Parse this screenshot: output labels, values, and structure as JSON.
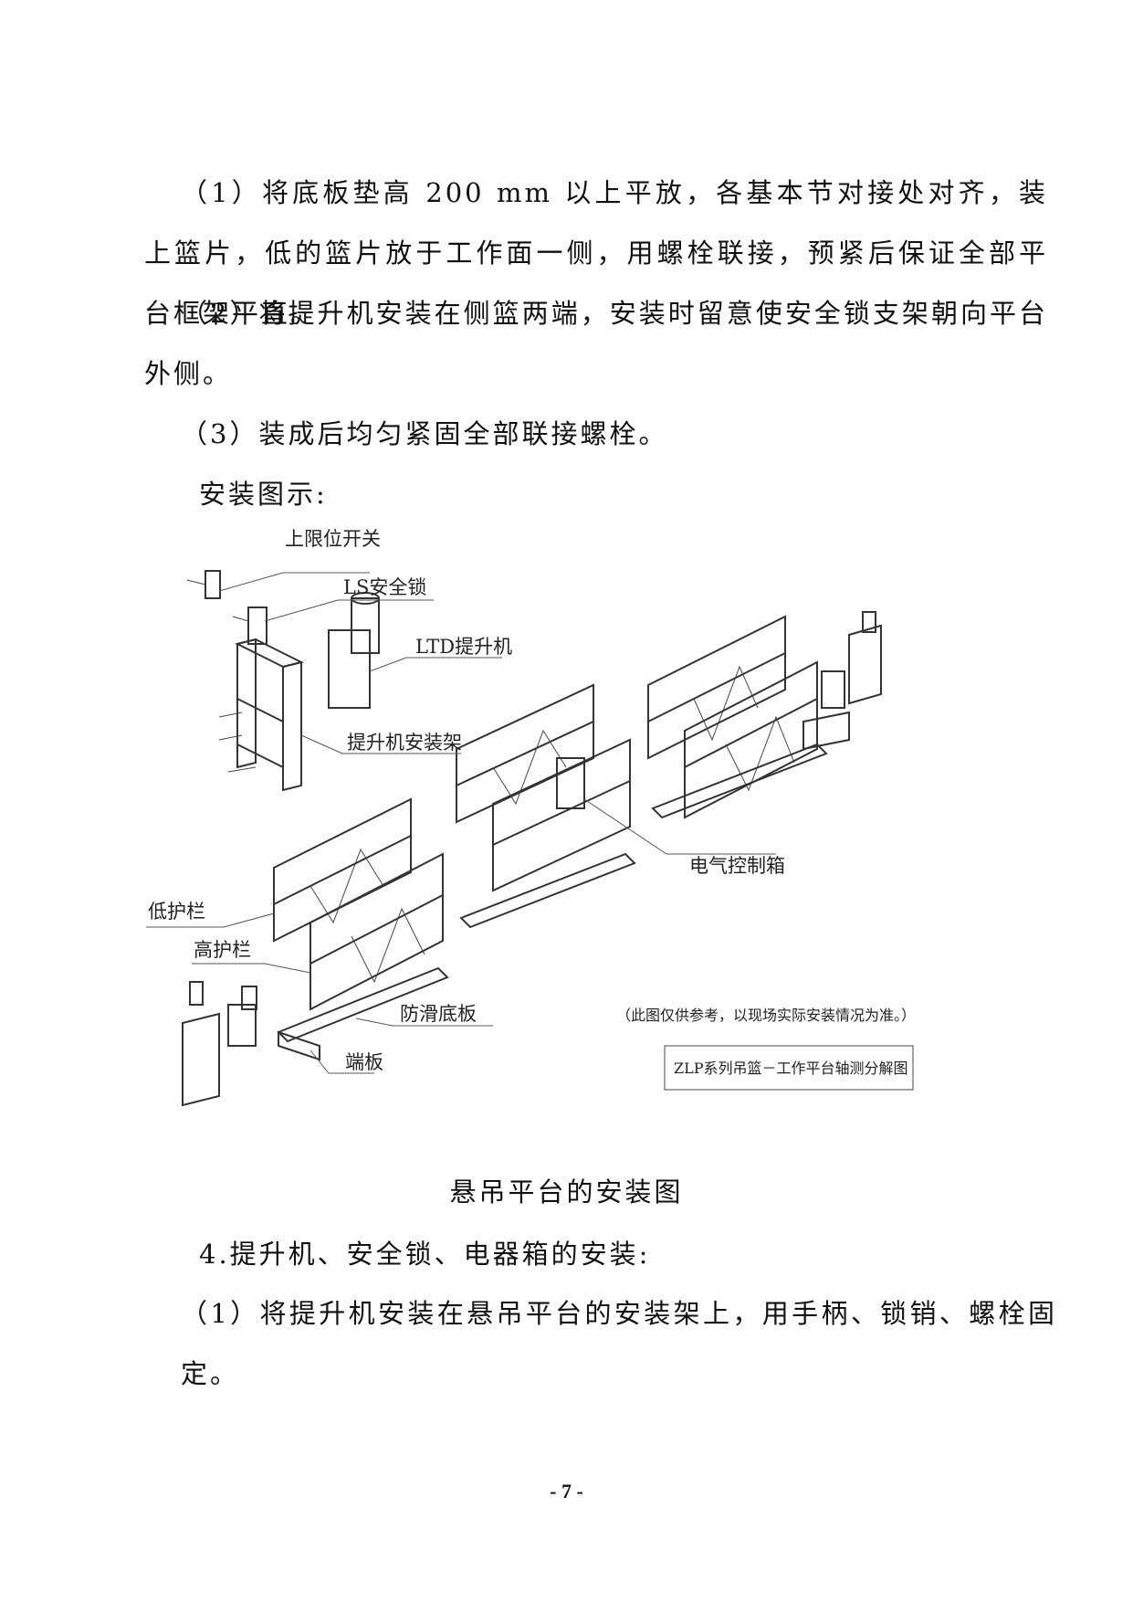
{
  "body": {
    "p1": "（1）将底板垫高 200 mm 以上平放，各基本节对接处对齐，装上篮片，低的篮片放于工作面一侧，用螺栓联接，预紧后保证全部平台框架平直。",
    "p2": "（2）将提升机安装在侧篮两端，安装时留意使安全锁支架朝向平台外侧。",
    "p3": "（3）装成后均匀紧固全部联接螺栓。",
    "p4": "安装图示:"
  },
  "figure": {
    "labels": {
      "upper_limit_switch": "上限位开关",
      "ls_safety_lock": "LS安全锁",
      "ltd_hoist": "LTD提升机",
      "hoist_mount_frame": "提升机安装架",
      "electrical_control_box": "电气控制箱",
      "low_guardrail": "低护栏",
      "high_guardrail": "高护栏",
      "antislip_floor": "防滑底板",
      "end_plate": "端板",
      "note": "（此图仅供参考，以现场实际安装情况为准。）",
      "title_box": "ZLP系列吊篮－工作平台轴测分解图"
    }
  },
  "caption": "悬吊平台的安装图",
  "section4": {
    "heading": "4.提升机、安全锁、电器箱的安装:",
    "p1": "（1）将提升机安装在悬吊平台的安装架上，用手柄、锁销、螺栓固定。"
  },
  "page_number": "- 7 -"
}
